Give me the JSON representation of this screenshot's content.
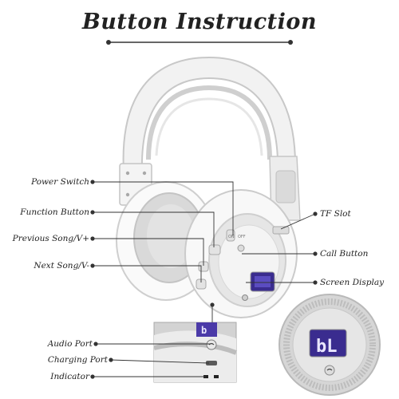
{
  "title": "Button Instruction",
  "labels": {
    "power_switch": "Power Switch",
    "function_button": "Function Button",
    "previous_song": "Previous Song/V+",
    "next_song": "Next Song/V-",
    "tf_slot": "TF Slot",
    "call_button": "Call Button",
    "screen_display": "Screen Display",
    "audio_port": "Audio Port",
    "charging_port": "Charging Port",
    "indicator": "Indicator"
  },
  "switch_marks": {
    "on": "ON",
    "off": "OFF"
  },
  "screen_text": "bL",
  "colors": {
    "headband": "#f1f1f1",
    "shell": "#f7f7f7",
    "trim": "#c9c9c9",
    "cushion": "#dedede",
    "screen": "#3a2c8f",
    "screen_glyph": "#e9e6ff",
    "leader": "#333333"
  }
}
